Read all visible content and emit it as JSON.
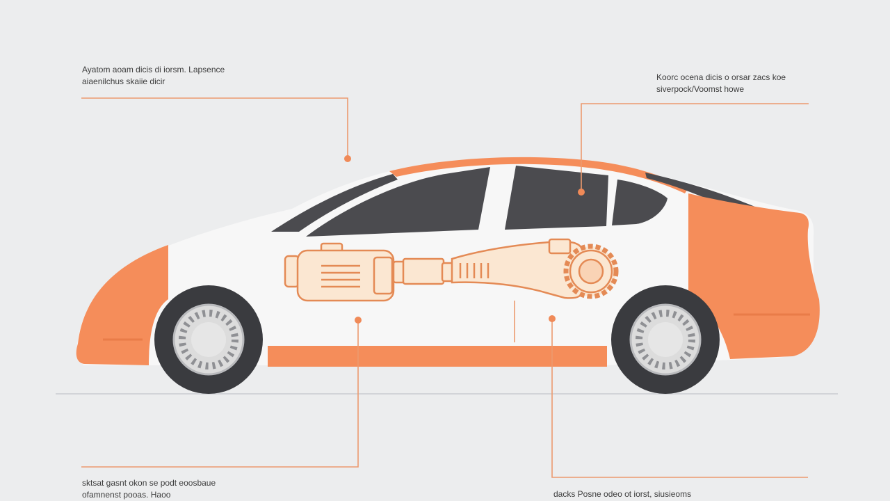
{
  "callouts": {
    "top_left": {
      "line1": "Ayatom aoam dicis di iorsm. Lapsence",
      "line2": "aiaenilchus skaiie dicir"
    },
    "top_right": {
      "line1": "Koorc ocena dicis o orsar  zacs koe",
      "line2": "siverpock/Voomst howe"
    },
    "bottom_left": {
      "line1": "sktsat gasnt okon se podt  eoosbaue",
      "line2": "ofamnenst pooas. Haoo"
    },
    "bottom_right": {
      "line1": "dacks  Posne odeo ot iorst,  siusieoms"
    }
  },
  "colors": {
    "background": "#ecedee",
    "accent": "#f58d5a",
    "glass": "#4b4b4f",
    "tire": "#3a3b3f",
    "rim": "#dcdcdc",
    "drivetrain_fill": "#fbe7d2",
    "drivetrain_stroke": "#e48a55",
    "leader": "#ec9a6e"
  }
}
